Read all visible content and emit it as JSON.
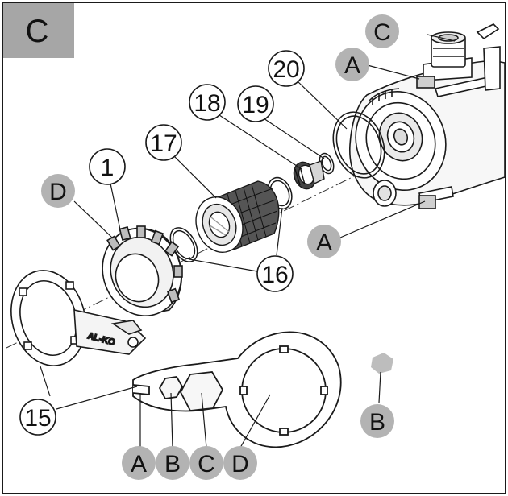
{
  "panel": {
    "tag": "C"
  },
  "brand_mark": "AL-KO",
  "callouts": {
    "part_1": "1",
    "part_15": "15",
    "part_16": "16",
    "part_17": "17",
    "part_18": "18",
    "part_19": "19",
    "part_20": "20",
    "housing_port_c": "C",
    "housing_lug_a_top": "A",
    "housing_lug_a_bottom": "A",
    "cover_grip_d": "D",
    "spare_plug_b": "B",
    "wrench_a": "A",
    "wrench_b": "B",
    "wrench_c": "C",
    "wrench_d": "D"
  },
  "colors": {
    "outline": "#1a1a1a",
    "gray_callout_fill": "#b3b3b3",
    "panel_tag_fill": "#a6a6a6",
    "white_callout_fill": "#ffffff"
  }
}
